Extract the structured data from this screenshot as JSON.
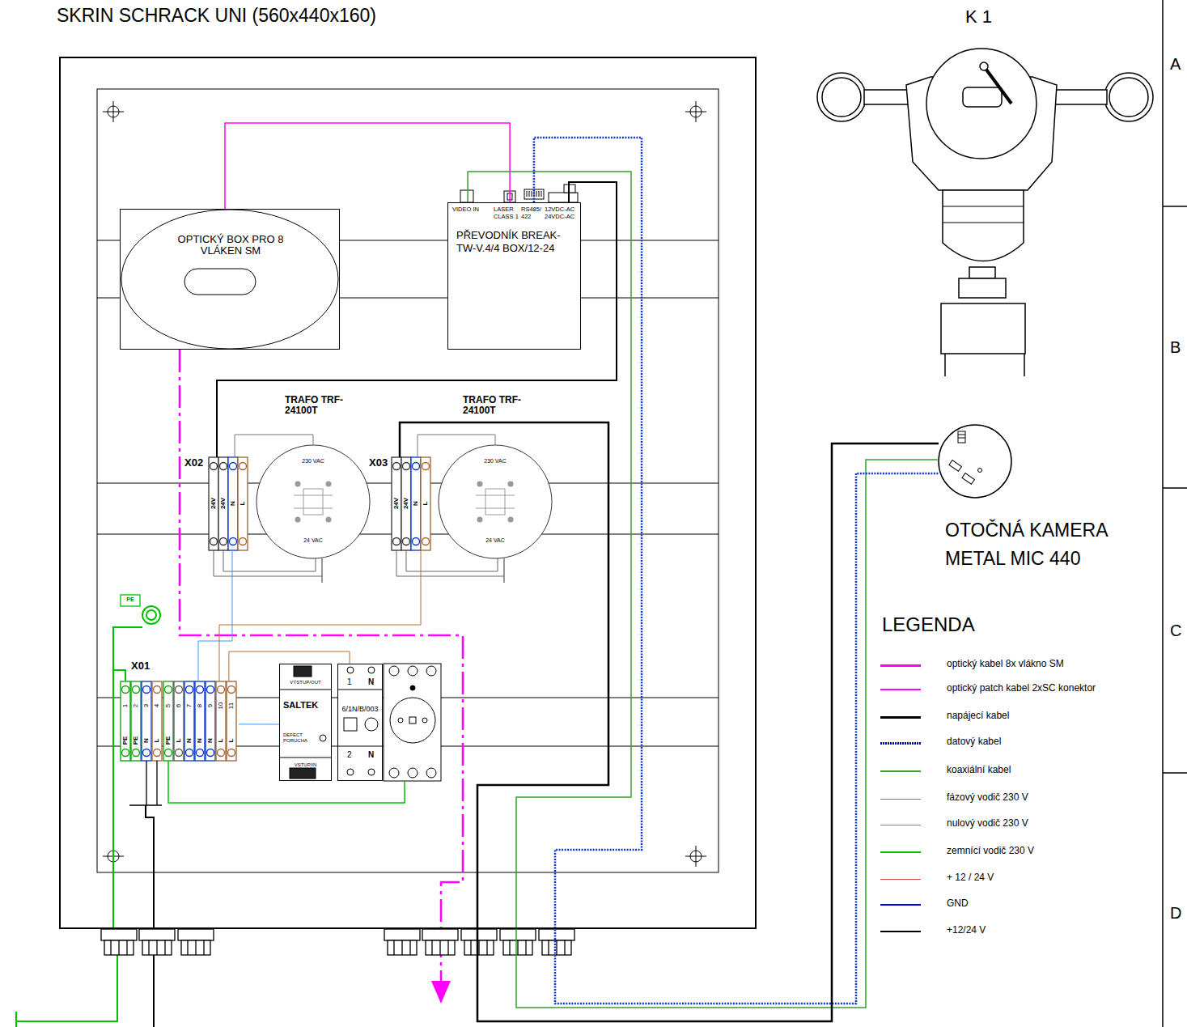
{
  "diagram": {
    "nodes": [
      {
        "text": [
          "SKRIN SCHRACK UNI (560x440x160)"
        ]
      },
      {
        "text": [
          "OPTICKÝ BOX PRO 8 VLÁKEN SM"
        ],
        "in": 0
      },
      {
        "text": [
          "PŘEVODNÍK BREAK-TW-V.4/4 BOX/12-24",
          "VIDEO IN",
          "LASER CLASS 1",
          "RS485/ 422",
          "12VDC-AC 24VDC-AC"
        ],
        "in": 0
      },
      {
        "text": [
          "TRAFO TRF-24100T",
          "230 VAC",
          "24 VAC"
        ],
        "in": 0
      },
      {
        "text": [
          "X02",
          "24V",
          "24V",
          "N",
          "L"
        ],
        "in": 0
      },
      {
        "text": [
          "TRAFO TRF-24100T",
          "230 VAC",
          "24 VAC"
        ],
        "in": 0
      },
      {
        "text": [
          "X03",
          "24V",
          "24V",
          "N",
          "L"
        ],
        "in": 0
      },
      {
        "text": [
          "X01",
          "1",
          "2",
          "3",
          "4",
          "5",
          "6",
          "7",
          "8",
          "9",
          "10",
          "11",
          "PE",
          "PE",
          "N",
          "L",
          "PE",
          "L",
          "N",
          "N",
          "N",
          "L",
          "L"
        ],
        "in": 0
      },
      {
        "text": [
          "VÝSTUP/OUT",
          "SALTEK",
          "DEFECT PORUCHA",
          "VSTUP/IN"
        ],
        "in": 0
      },
      {
        "text": [
          "1",
          "N",
          "6/1N/B/003",
          "2",
          "N"
        ],
        "in": 0
      },
      {
        "text": [
          "OTOČNÁ KAMERA METAL MIC 440"
        ]
      }
    ],
    "edges": [
      {
        "from": 1,
        "to": 2,
        "arrow": "none"
      },
      {
        "from": 2,
        "to": 10,
        "arrow": "none"
      },
      {
        "from": 2,
        "to": 10,
        "arrow": "none"
      },
      {
        "from": 4,
        "to": 2,
        "arrow": "none"
      },
      {
        "from": 6,
        "to": 10,
        "arrow": "none"
      },
      {
        "from": 3,
        "to": 4,
        "arrow": "none"
      },
      {
        "from": 5,
        "to": 6,
        "arrow": "none"
      },
      {
        "from": 7,
        "to": 4,
        "arrow": "none"
      },
      {
        "from": 7,
        "to": 6,
        "arrow": "none"
      },
      {
        "from": 7,
        "to": 8,
        "arrow": "none"
      },
      {
        "from": 7,
        "to": 9,
        "arrow": "none"
      }
    ],
    "labels": [
      "K 1",
      "LEGENDA",
      "A",
      "B",
      "C",
      "D",
      "PE"
    ],
    "legend": [
      {
        "text": "optický kabel 8x vlákno SM",
        "color": "#ff00ff"
      },
      {
        "text": "optický patch kabel 2xSC konektor",
        "color": "#ff00ff"
      },
      {
        "text": "napájecí kabel",
        "color": "#000000"
      },
      {
        "text": "datový kabel",
        "color": "#0000cc"
      },
      {
        "text": "koaxiální kabel",
        "color": "#33a033"
      },
      {
        "text": "fázový vodič 230 V",
        "color": "#b07030"
      },
      {
        "text": "nulový vodič 230 V",
        "color": "#3399ff"
      },
      {
        "text": "zemnící vodič 230 V",
        "color": "#00c000"
      },
      {
        "text": "+ 12 / 24 V",
        "color": "#d04040"
      },
      {
        "text": "GND",
        "color": "#0000ee"
      },
      {
        "text": "+12/24 V",
        "color": "#000000"
      }
    ]
  }
}
